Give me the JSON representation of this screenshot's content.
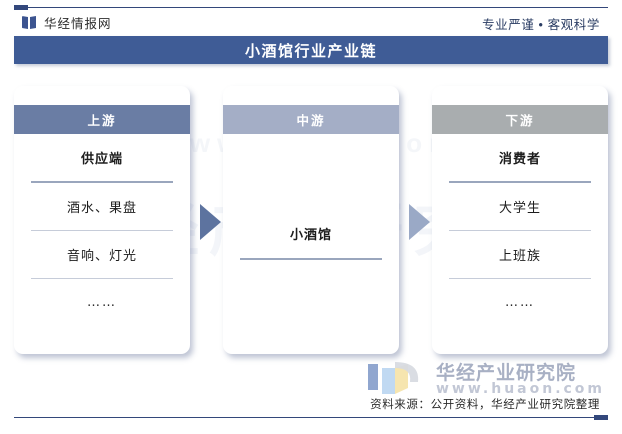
{
  "header": {
    "brand_name": "华经情报网",
    "brand_icon": "book-logo-icon",
    "tagline": "专业严谨 • 客观科学"
  },
  "title": {
    "text": "小酒馆行业产业链"
  },
  "background_watermark": {
    "text": "华经产业研究院",
    "url": "www.huaon.com"
  },
  "chain": {
    "columns": [
      {
        "key": "upstream",
        "header": "上游",
        "header_color": "#6a7da4",
        "rows": [
          {
            "text": "供应端",
            "emphasis": true
          },
          {
            "text": "酒水、果盘",
            "emphasis": false
          },
          {
            "text": "音响、灯光",
            "emphasis": false
          },
          {
            "text": "……",
            "emphasis": false
          }
        ]
      },
      {
        "key": "midstream",
        "header": "中游",
        "header_color": "#a4aec6",
        "rows": [
          {
            "text": "小酒馆",
            "emphasis": true
          }
        ]
      },
      {
        "key": "downstream",
        "header": "下游",
        "header_color": "#a9adaf",
        "rows": [
          {
            "text": "消费者",
            "emphasis": true
          },
          {
            "text": "大学生",
            "emphasis": false
          },
          {
            "text": "上班族",
            "emphasis": false
          },
          {
            "text": "……",
            "emphasis": false
          }
        ]
      }
    ],
    "arrows": [
      {
        "key": "arrow-upstream-to-midstream",
        "color": "#5d739f"
      },
      {
        "key": "arrow-midstream-to-downstream",
        "color": "#9aa9c6"
      }
    ]
  },
  "footer": {
    "source": "资料来源：公开资料，华经产业研究院整理"
  },
  "watermark": {
    "name": "华经产业研究院",
    "url": "www.huaon.com"
  },
  "colors": {
    "title_band": "#3f5c96",
    "rule": "#33477a",
    "divider": "#c6ccd9"
  }
}
